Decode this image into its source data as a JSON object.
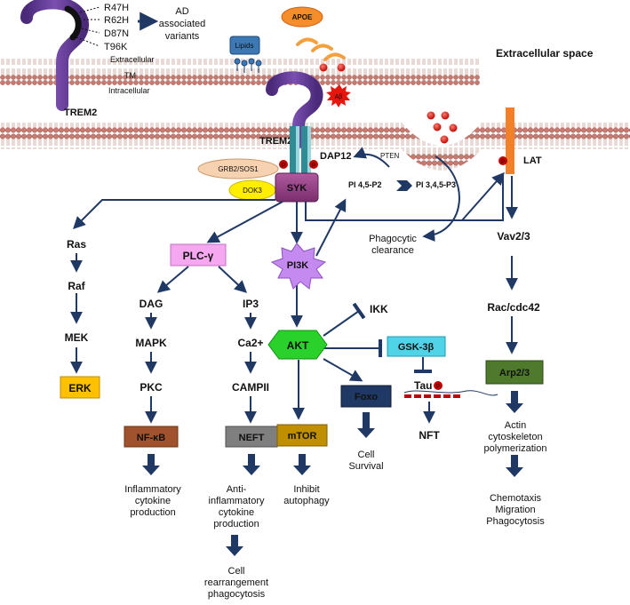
{
  "inset": {
    "receptor": "TREM2",
    "variants": [
      "R47H",
      "R62H",
      "D87N",
      "T96K"
    ],
    "variants_caption": [
      "AD",
      "associated",
      "variants"
    ],
    "membrane_labels": [
      "Extracellular",
      "TM",
      "Intracellular"
    ]
  },
  "extracellular": {
    "title": "Extracellular space",
    "apoe": "APOE",
    "lipids": "Lipids",
    "abeta": "Aβ"
  },
  "membrane_nodes": {
    "trem2": "TREM2",
    "dap12": "DAP12",
    "grb2": "GRB2/SOS1",
    "dok3": "DOK3",
    "syk": "SYK",
    "phospho": "P",
    "lat": "LAT"
  },
  "pi_cycle": {
    "pten": "PTEN",
    "pip2": "PI 4,5-P2",
    "pip3": "PI 3,4,5-P3"
  },
  "phagocytic": [
    "Phagocytic",
    "clearance"
  ],
  "ras_path": [
    "Ras",
    "Raf",
    "MEK",
    "ERK"
  ],
  "plc": {
    "node": "PLC-γ",
    "dag_path": [
      "DAG",
      "MAPK",
      "PKC",
      "NF-κB"
    ],
    "ip3_path": [
      "IP3",
      "Ca2+",
      "CAMPII",
      "NEFT"
    ]
  },
  "pi3k": {
    "node": "PI3K",
    "akt": "AKT",
    "mtor": "mTOR",
    "foxo": "Foxo",
    "ikk": "IKK",
    "gsk": "GSK-3β",
    "tau": "Tau",
    "nft": "NFT"
  },
  "vav_path": [
    "Vav2/3",
    "Rac/cdc42",
    "Arp2/3"
  ],
  "outcomes": {
    "nfkb": [
      "Inflammatory",
      "cytokine",
      "production"
    ],
    "neft": [
      "Anti-",
      "inflammatory",
      "cytokine",
      "production"
    ],
    "neft_next": [
      "Cell",
      "rearrangement",
      "phagocytosis"
    ],
    "mtor": [
      "Inhibit",
      "autophagy"
    ],
    "foxo": [
      "Cell",
      "Survival"
    ],
    "arp": [
      "Actin",
      "cytoskeleton",
      "polymerization"
    ],
    "arp_next": [
      "Chemotaxis",
      "Migration",
      "Phagocytosis"
    ]
  }
}
